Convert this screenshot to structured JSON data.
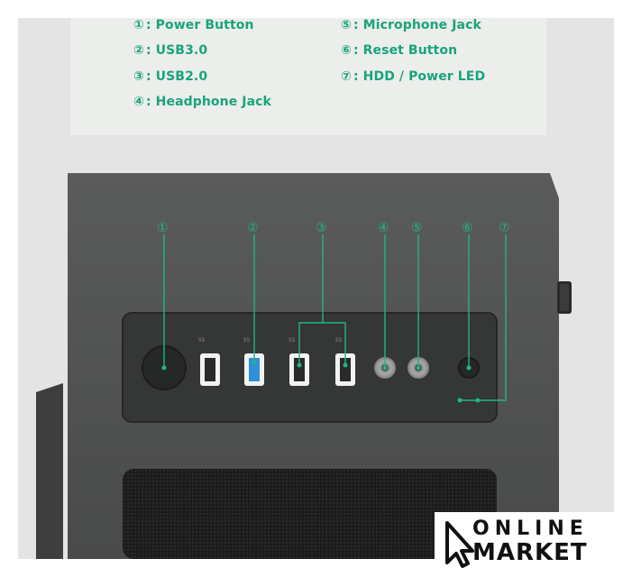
{
  "legend": {
    "items": [
      {
        "num": "①",
        "label": "Power Button"
      },
      {
        "num": "②",
        "label": "USB3.0"
      },
      {
        "num": "③",
        "label": "USB2.0"
      },
      {
        "num": "④",
        "label": "Headphone Jack"
      },
      {
        "num": "⑤",
        "label": "Microphone Jack"
      },
      {
        "num": "⑥",
        "label": "Reset Button"
      },
      {
        "num": "⑦",
        "label": "HDD / Power LED"
      }
    ],
    "separator": ":"
  },
  "callouts": [
    "①",
    "②",
    "③",
    "④",
    "⑤",
    "⑥",
    "⑦"
  ],
  "logo": {
    "line1": "ONLINE",
    "line2": "MARKET"
  },
  "colors": {
    "accent": "#1aa37c",
    "case_body": "#4b4c4c",
    "panel": "#3a3b3b",
    "background": "#e3e4e3",
    "usb3_blue": "#2f8fd8"
  },
  "icons": [
    "power-button-icon",
    "usb-port-icon",
    "audio-jack-icon",
    "reset-button-icon",
    "led-indicator-icon",
    "cursor-arrow-icon"
  ]
}
